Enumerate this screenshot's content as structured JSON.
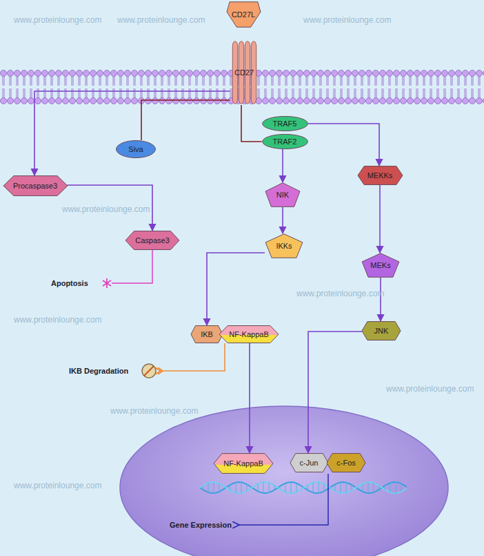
{
  "diagram": {
    "nodes": [
      {
        "text": [
          "CD27L"
        ]
      },
      {
        "text": [
          "CD27"
        ]
      },
      {
        "text": [
          "TRAF5"
        ]
      },
      {
        "text": [
          "Siva"
        ]
      },
      {
        "text": [
          "TRAF2"
        ]
      },
      {
        "text": [
          "Procaspase3"
        ]
      },
      {
        "text": [
          "MEKKs"
        ]
      },
      {
        "text": [
          "NIK"
        ]
      },
      {
        "text": [
          "IKKs"
        ]
      },
      {
        "text": [
          "Caspase3"
        ]
      },
      {
        "text": [
          "MEKs"
        ]
      },
      {
        "text": [
          "IKB"
        ]
      },
      {
        "text": [
          "NF-KappaB"
        ]
      },
      {
        "text": [
          "JNK"
        ]
      },
      {
        "text": [
          "NF-KappaB"
        ]
      },
      {
        "text": [
          "c-Jun"
        ]
      },
      {
        "text": [
          "c-Fos"
        ]
      }
    ],
    "edges": [
      {
        "from": 1,
        "to": 5,
        "arrow": "to"
      },
      {
        "from": 1,
        "to": 3,
        "arrow": "none"
      },
      {
        "from": 1,
        "to": 4,
        "arrow": "none"
      },
      {
        "from": 2,
        "to": 6,
        "arrow": "to"
      },
      {
        "from": 4,
        "to": 7,
        "arrow": "to"
      },
      {
        "from": 5,
        "to": 9,
        "arrow": "to"
      },
      {
        "from": 7,
        "to": 8,
        "arrow": "to"
      },
      {
        "from": 6,
        "to": 10,
        "arrow": "to"
      },
      {
        "from": 8,
        "to": 11,
        "arrow": "to"
      },
      {
        "from": 10,
        "to": 13,
        "arrow": "to"
      },
      {
        "from": 12,
        "to": 14,
        "arrow": "to"
      },
      {
        "from": 13,
        "to": 15,
        "arrow": "to"
      }
    ],
    "labels": [
      "Apoptosis",
      "IKB Degradation",
      "Gene Expression",
      "www.proteinlounge.com",
      "www.proteinlounge.com",
      "www.proteinlounge.com",
      "www.proteinlounge.com",
      "www.proteinlounge.com",
      "www.proteinlounge.com",
      "www.proteinlounge.com",
      "www.proteinlounge.com",
      "www.proteinlounge.com"
    ]
  }
}
